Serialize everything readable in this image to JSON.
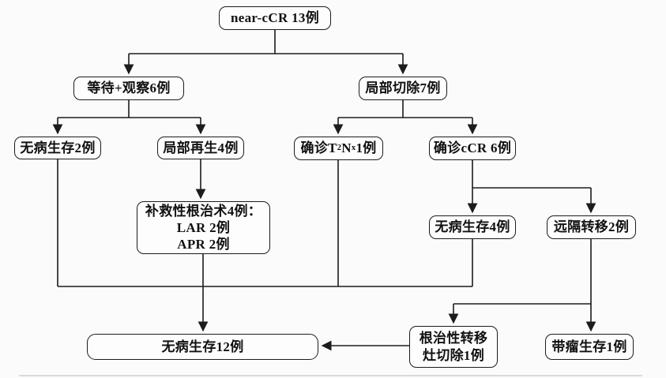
{
  "colors": {
    "background": "#fbfbfb",
    "line": "#1c1c1c",
    "box_fill": "#fdfdfd",
    "text": "#111111"
  },
  "nodes": {
    "near_ccr": {
      "label": "near-cCR 13例"
    },
    "wait_observe": {
      "label": "等待+观察6例"
    },
    "local_excision": {
      "label": "局部切除7例"
    },
    "dfs2": {
      "label": "无病生存2例"
    },
    "local_regrowth": {
      "label": "局部再生4例"
    },
    "t2nx": {
      "prefix": "确诊T",
      "sub1": "2",
      "mid": "N",
      "sub2": "x",
      "suffix": " 1例"
    },
    "ccr6": {
      "label": "确诊cCR 6例"
    },
    "salvage": {
      "line1": "补救性根治术4例：",
      "line2": "LAR 2例",
      "line3": "APR 2例"
    },
    "dfs4": {
      "label": "无病生存4例"
    },
    "distant_met": {
      "label": "远隔转移2例"
    },
    "dfs12": {
      "label": "无病生存12例"
    },
    "radical_met_resection": {
      "line1": "根治性转移",
      "line2": "灶切除1例"
    },
    "tumor_survival": {
      "label": "带瘤生存1例"
    }
  }
}
